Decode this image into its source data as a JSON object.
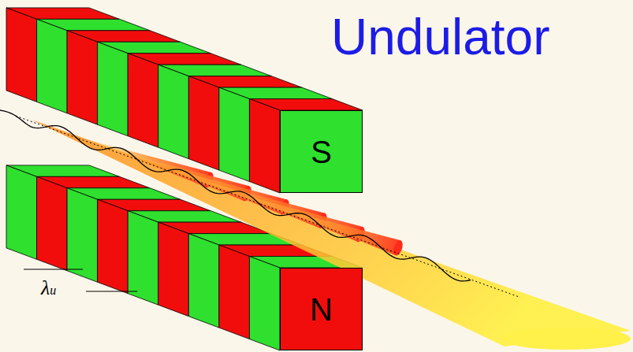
{
  "diagram": {
    "title": "Undulator",
    "nodes": [
      {
        "text": [
          "S"
        ]
      },
      {
        "text": [
          "N"
        ]
      }
    ],
    "labels": [
      "λu"
    ]
  }
}
